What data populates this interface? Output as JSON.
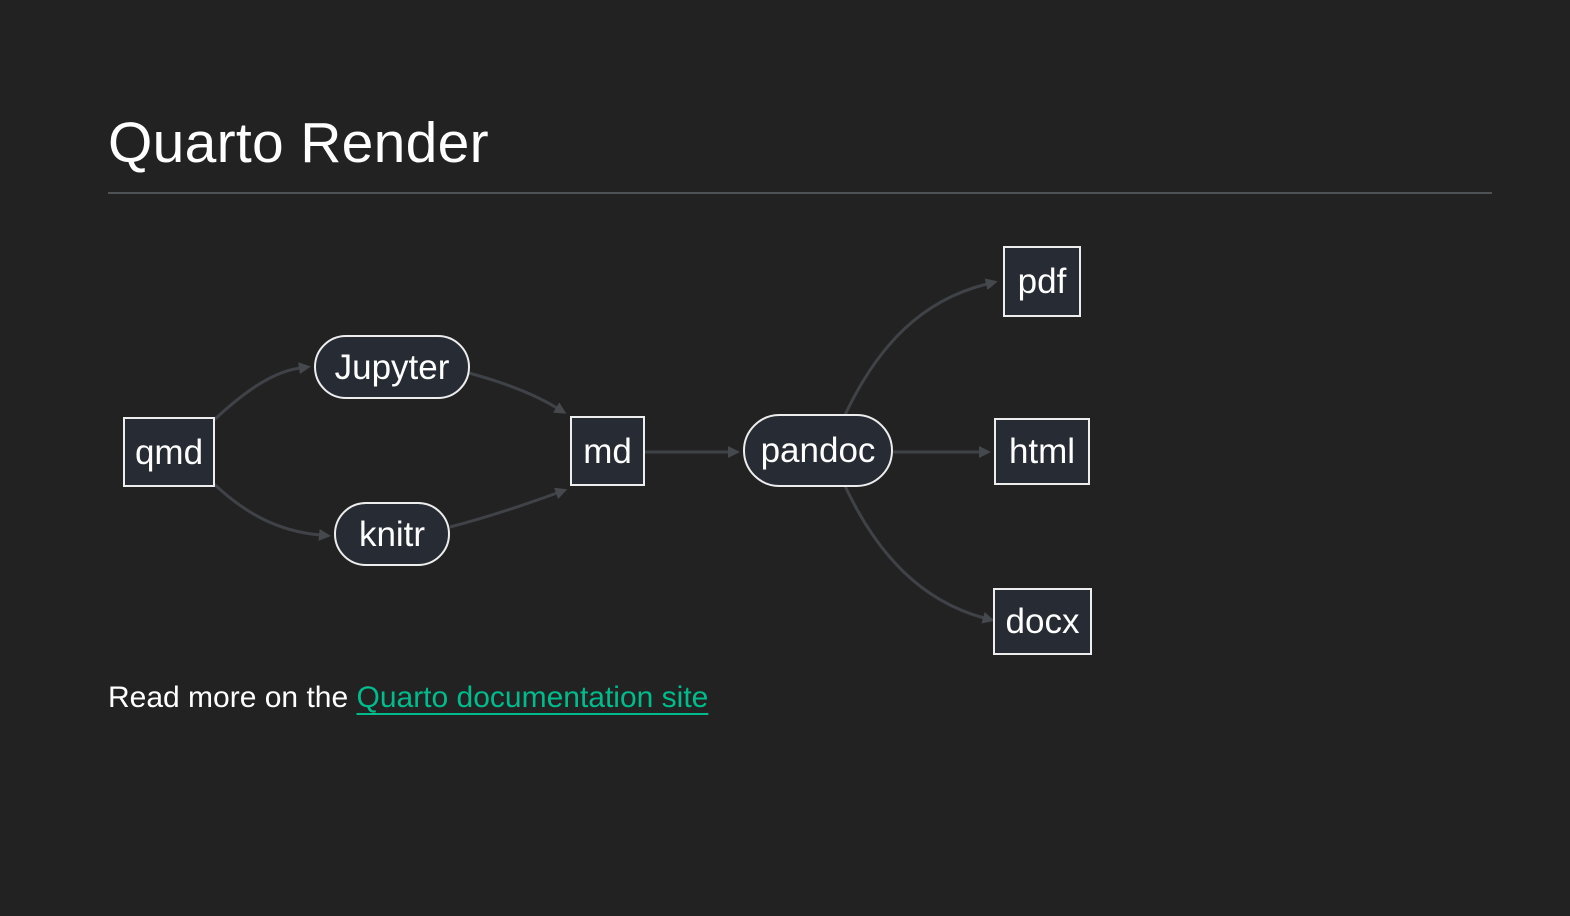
{
  "header": {
    "title": "Quarto Render"
  },
  "diagram": {
    "type": "flowchart",
    "direction": "left-to-right",
    "nodes": [
      {
        "id": "qmd",
        "label": "qmd",
        "shape": "rectangle"
      },
      {
        "id": "jupyter",
        "label": "Jupyter",
        "shape": "stadium"
      },
      {
        "id": "knitr",
        "label": "knitr",
        "shape": "stadium"
      },
      {
        "id": "md",
        "label": "md",
        "shape": "rectangle"
      },
      {
        "id": "pandoc",
        "label": "pandoc",
        "shape": "stadium"
      },
      {
        "id": "pdf",
        "label": "pdf",
        "shape": "rectangle"
      },
      {
        "id": "html",
        "label": "html",
        "shape": "rectangle"
      },
      {
        "id": "docx",
        "label": "docx",
        "shape": "rectangle"
      }
    ],
    "edges": [
      {
        "from": "qmd",
        "to": "jupyter"
      },
      {
        "from": "qmd",
        "to": "knitr"
      },
      {
        "from": "jupyter",
        "to": "md"
      },
      {
        "from": "knitr",
        "to": "md"
      },
      {
        "from": "md",
        "to": "pandoc"
      },
      {
        "from": "pandoc",
        "to": "pdf"
      },
      {
        "from": "pandoc",
        "to": "html"
      },
      {
        "from": "pandoc",
        "to": "docx"
      }
    ]
  },
  "footer": {
    "text_before_link": "Read more on the ",
    "link_label": "Quarto documentation site"
  },
  "colors": {
    "background": "#222222",
    "text": "#ffffff",
    "link_green": "#00bc8c",
    "node_fill": "#272b33",
    "node_border": "#ededed",
    "edge_gray": "#3f4247",
    "divider_gray": "#4e5254"
  }
}
